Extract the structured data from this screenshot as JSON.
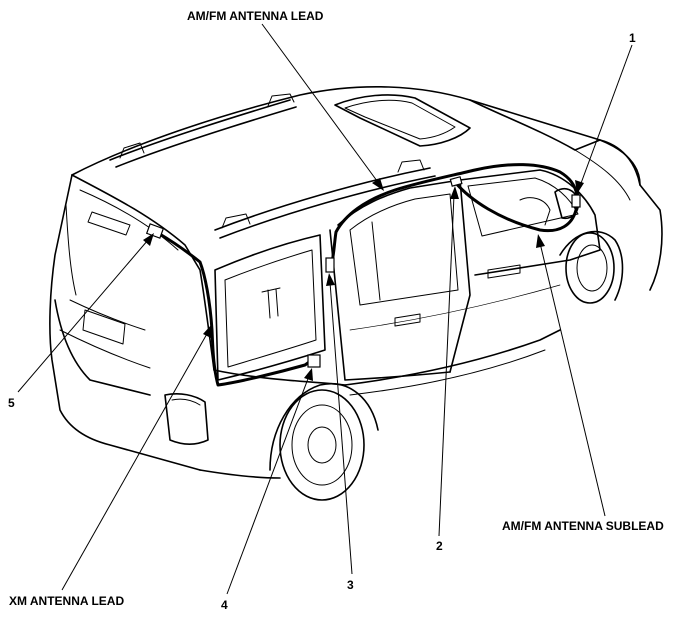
{
  "labels": {
    "am_fm_antenna_lead": "AM/FM ANTENNA LEAD",
    "am_fm_antenna_sublead": "AM/FM ANTENNA SUBLEAD",
    "xm_antenna_lead": "XM ANTENNA LEAD"
  },
  "callouts": {
    "n1": "1",
    "n2": "2",
    "n3": "3",
    "n4": "4",
    "n5": "5"
  },
  "colors": {
    "ink": "#000000",
    "paper": "#ffffff"
  }
}
